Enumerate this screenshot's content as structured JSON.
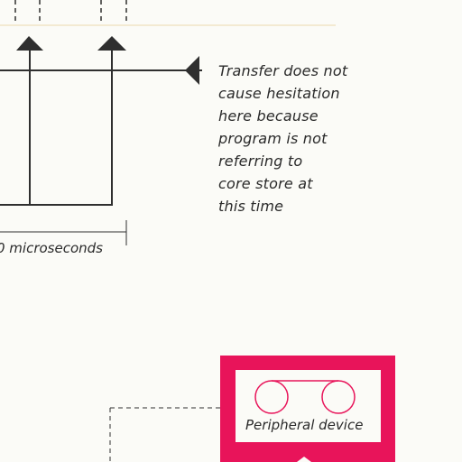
{
  "annotation": {
    "lines": [
      "Transfer does not",
      "cause hesitation",
      "here because",
      "program is not",
      "referring to",
      "core store at",
      "this time"
    ]
  },
  "timing": {
    "label": "0 microseconds"
  },
  "peripheral": {
    "label": "Peripheral device"
  },
  "colors": {
    "line": "#2f2f2f",
    "accent": "#e8145a",
    "paper": "#fbfbf7",
    "rule": "#f3ead2"
  }
}
